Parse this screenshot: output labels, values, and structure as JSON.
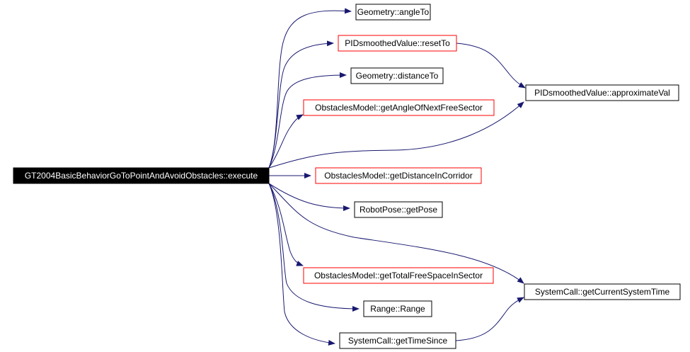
{
  "graph": {
    "root": {
      "label": "GT2004BasicBehaviorGoToPointAndAvoidObstacles::execute",
      "fill": "#000000",
      "text_color": "#ffffff"
    },
    "nodes": [
      {
        "id": "n1",
        "label": "Geometry::angleTo",
        "border": "#000000"
      },
      {
        "id": "n2",
        "label": "PIDsmoothedValue::resetTo",
        "border": "#ff0000"
      },
      {
        "id": "n3",
        "label": "Geometry::distanceTo",
        "border": "#000000"
      },
      {
        "id": "n4",
        "label": "ObstaclesModel::getAngleOfNextFreeSector",
        "border": "#ff0000"
      },
      {
        "id": "n5",
        "label": "PIDsmoothedValue::approximateVal",
        "border": "#000000"
      },
      {
        "id": "n6",
        "label": "ObstaclesModel::getDistanceInCorridor",
        "border": "#ff0000"
      },
      {
        "id": "n7",
        "label": "RobotPose::getPose",
        "border": "#000000"
      },
      {
        "id": "n8",
        "label": "ObstaclesModel::getTotalFreeSpaceInSector",
        "border": "#ff0000"
      },
      {
        "id": "n9",
        "label": "SystemCall::getCurrentSystemTime",
        "border": "#000000"
      },
      {
        "id": "n10",
        "label": "Range::Range",
        "border": "#000000"
      },
      {
        "id": "n11",
        "label": "SystemCall::getTimeSince",
        "border": "#000000"
      }
    ],
    "edges": [
      {
        "from": "root",
        "to": "n1"
      },
      {
        "from": "root",
        "to": "n2"
      },
      {
        "from": "root",
        "to": "n3"
      },
      {
        "from": "root",
        "to": "n4"
      },
      {
        "from": "root",
        "to": "n5"
      },
      {
        "from": "root",
        "to": "n6"
      },
      {
        "from": "root",
        "to": "n7"
      },
      {
        "from": "root",
        "to": "n8"
      },
      {
        "from": "root",
        "to": "n9"
      },
      {
        "from": "root",
        "to": "n10"
      },
      {
        "from": "root",
        "to": "n11"
      },
      {
        "from": "n2",
        "to": "n5"
      },
      {
        "from": "n11",
        "to": "n9"
      }
    ],
    "edge_color": "#191970"
  }
}
